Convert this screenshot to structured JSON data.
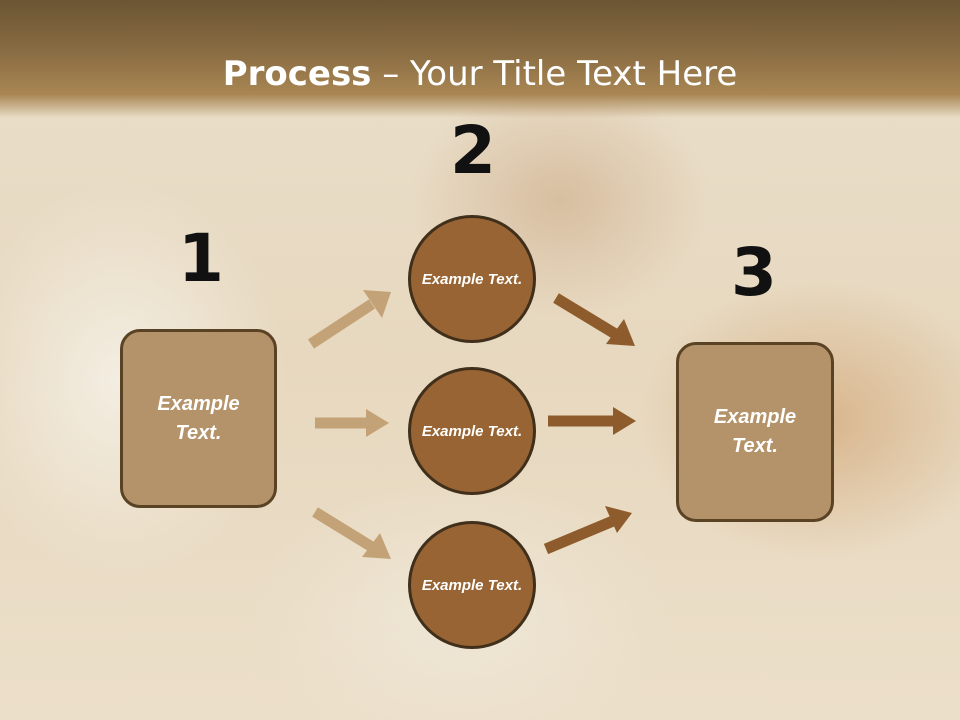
{
  "slide": {
    "title_bold": "Process",
    "title_rest": " – Your Title Text Here"
  },
  "numbers": {
    "step1": "1",
    "step2": "2",
    "step3": "3"
  },
  "left_box": {
    "text": "Example Text."
  },
  "circles": [
    {
      "text": "Example Text."
    },
    {
      "text": "Example Text."
    },
    {
      "text": "Example Text."
    }
  ],
  "right_box": {
    "text": "Example Text."
  },
  "colors": {
    "header": "#8a6d43",
    "box_fill": "#b5936a",
    "circle_fill": "#996434",
    "arrow_light": "#c4a277",
    "arrow_dark": "#8e5b2c"
  }
}
